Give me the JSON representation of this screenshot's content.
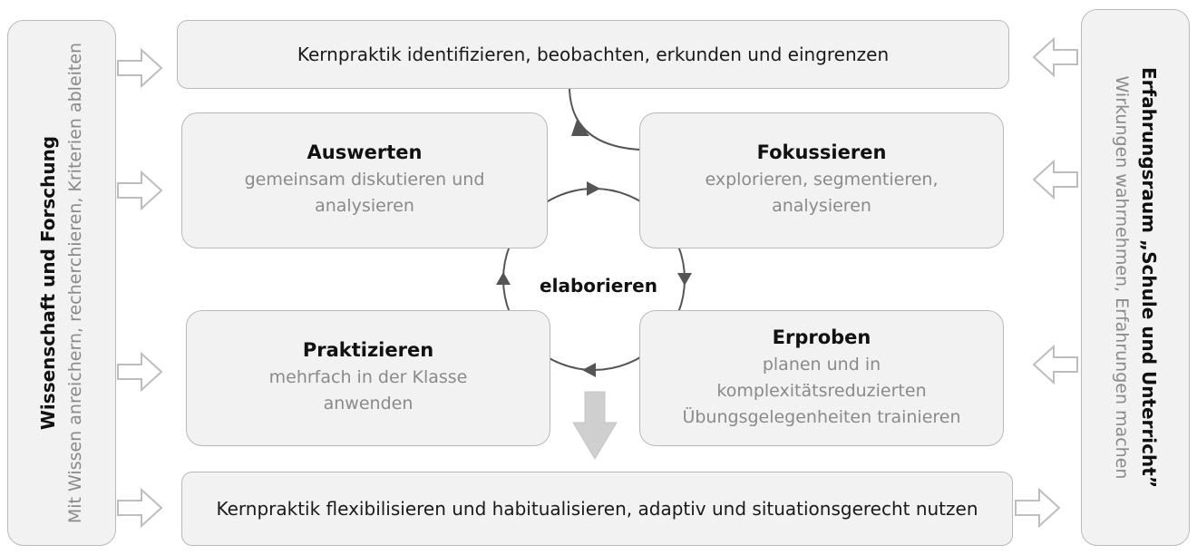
{
  "top_bar": {
    "text": "Kernpraktik identifizieren, beobachten, erkunden und eingrenzen"
  },
  "bottom_bar": {
    "text": "Kernpraktik flexibilisieren und habitualisieren, adaptiv und situationsgerecht nutzen"
  },
  "left_panel": {
    "title": "Wissenschaft und Forschung",
    "subtitle": "Mit Wissen anreichern, recherchieren, Kriterien ableiten"
  },
  "right_panel": {
    "title": "Erfahrungsraum „Schule und Unterricht”",
    "subtitle": "Wirkungen wahrnehmen, Erfahrungen machen"
  },
  "phases": {
    "auswerten": {
      "title": "Auswerten",
      "subtitle": "gemeinsam diskutieren und analysieren"
    },
    "fokussieren": {
      "title": "Fokussieren",
      "subtitle": "explorieren, segmentieren, analysieren"
    },
    "praktizieren": {
      "title": "Praktizieren",
      "subtitle": "mehrfach in der Klasse anwenden"
    },
    "erproben": {
      "title": "Erproben",
      "subtitle": "planen und in komplexitätsreduzierten Übungsgelegenheiten trainieren"
    }
  },
  "cycle": {
    "label": "elaborieren"
  },
  "colors": {
    "box_fill": "#f2f2f2",
    "box_border": "#b9b9b9",
    "arrow": "#555555",
    "hollow_arrow": "#bdbdbd",
    "down_arrow": "#cfcfcf"
  }
}
